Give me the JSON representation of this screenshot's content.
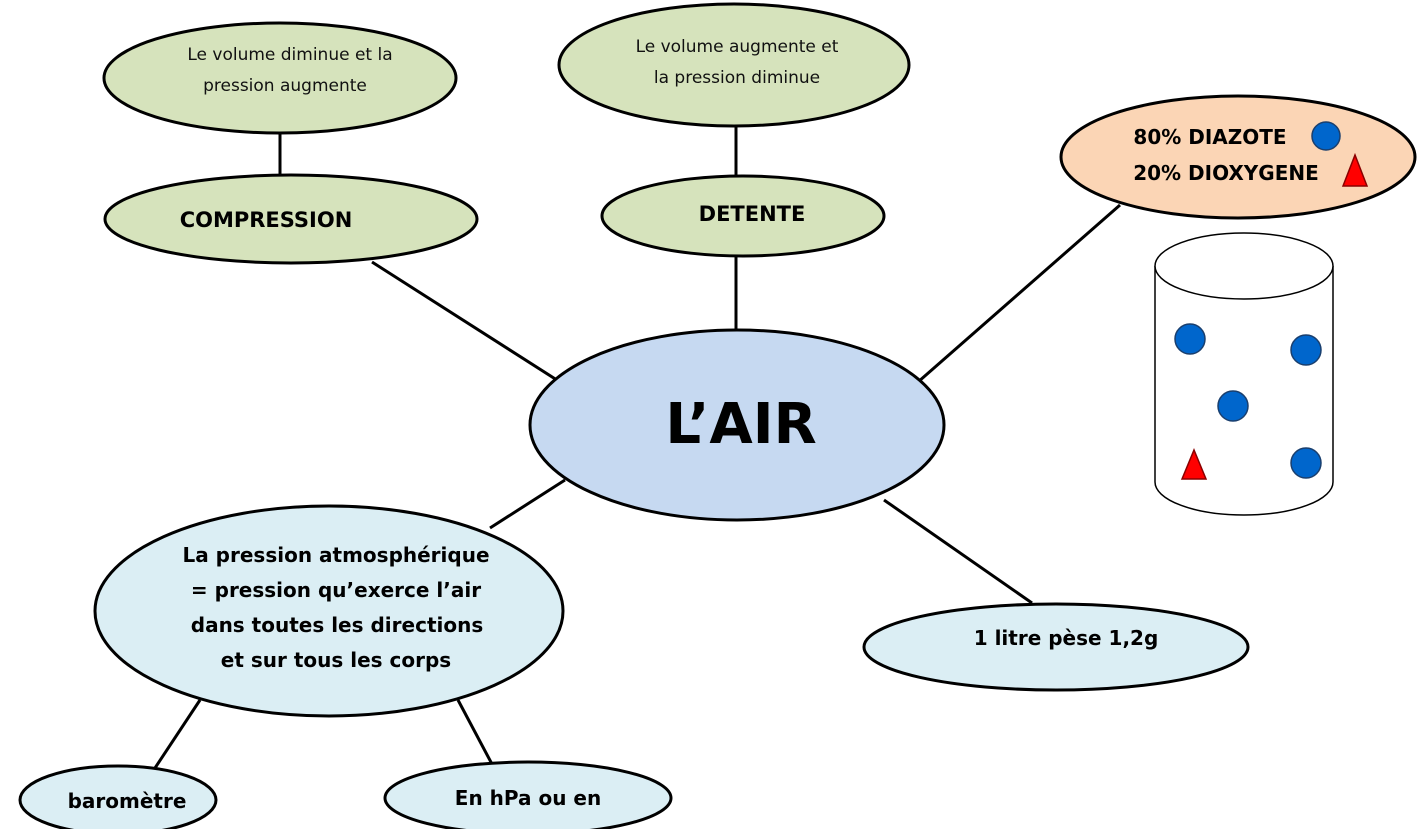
{
  "colors": {
    "green_node": "#d6e3bc",
    "center_node": "#c6d9f1",
    "blue_node": "#dbeef4",
    "orange_node": "#fbd5b5",
    "outline": "#000000",
    "diazote_dot": "#0066cc",
    "dioxygene_triangle": "#ff0000"
  },
  "icons": {
    "diazote": "blue-circle-icon",
    "dioxygene": "red-triangle-icon",
    "container": "cylinder-icon"
  },
  "center": {
    "title": "L’AIR"
  },
  "compression": {
    "label": "COMPRESSION",
    "detail_line1": "Le volume diminue et la",
    "detail_line2": "pression augmente"
  },
  "detente": {
    "label": "DETENTE",
    "detail_line1": "Le volume augmente et",
    "detail_line2": "la pression diminue"
  },
  "composition": {
    "line1": "80% DIAZOTE",
    "line2": "20% DIOXYGENE"
  },
  "pressure": {
    "line1": "La pression atmosphérique",
    "line2": "= pression qu’exerce l’air",
    "line3": "dans toutes les directions",
    "line4": "et sur tous les corps"
  },
  "weight": {
    "label": "1 litre pèse 1,2g"
  },
  "barometre": {
    "label": "baromètre"
  },
  "unit": {
    "label": "En hPa ou en"
  }
}
